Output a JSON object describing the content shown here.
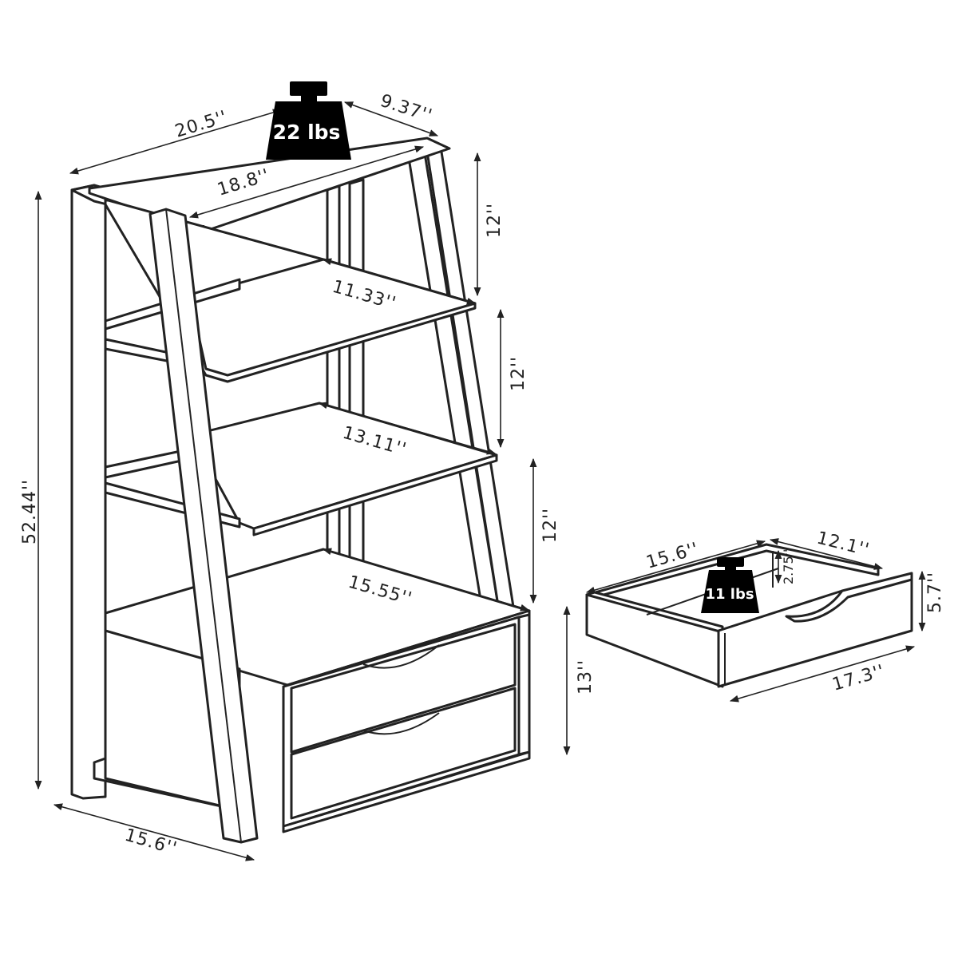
{
  "dimensions": {
    "top_width": "20.5''",
    "top_depth": "9.37''",
    "top_shelf_width": "18.8''",
    "shelf2_depth": "11.33''",
    "shelf3_depth": "13.11''",
    "shelf4_depth": "15.55''",
    "spacing_1": "12''",
    "spacing_2": "12''",
    "spacing_3": "12''",
    "cabinet_height": "13''",
    "total_height": "52.44''",
    "base_depth": "15.6''"
  },
  "drawer": {
    "width": "15.6''",
    "depth": "12.1''",
    "inner_height": "2.75''",
    "front_height": "5.7''",
    "front_width": "17.3''"
  },
  "weights": {
    "top_capacity": "22 lbs",
    "drawer_capacity": "11 lbs"
  }
}
